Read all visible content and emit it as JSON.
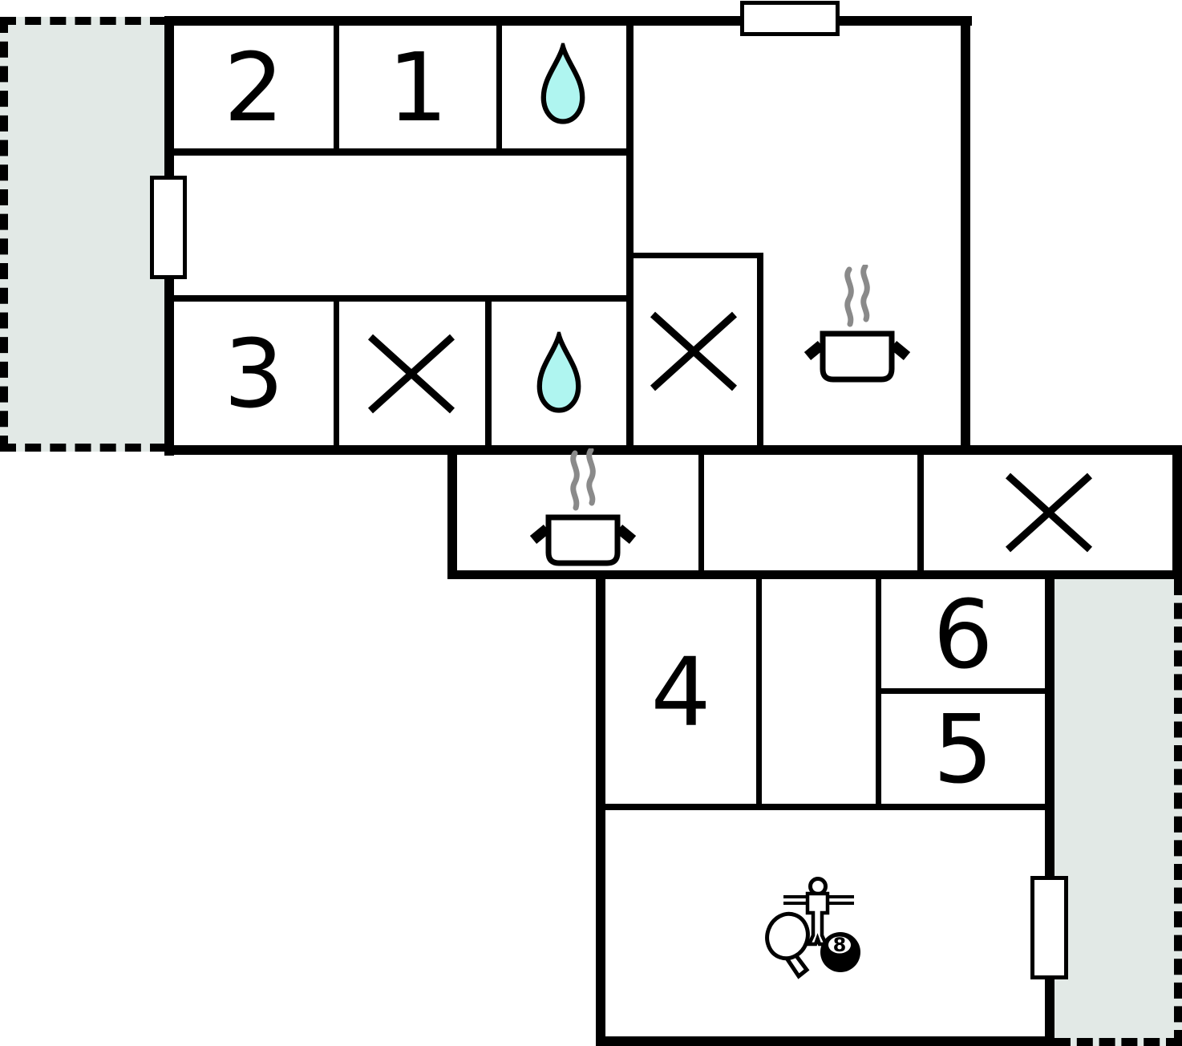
{
  "plan": {
    "type": "floor-plan",
    "background": "#ffffff"
  },
  "colors": {
    "wall": "#000000",
    "terrace_fill": "#e2e9e6",
    "water_drop_fill": "#aff5f0",
    "steam_gray": "#8a8a8a",
    "door_fill": "#ffffff"
  },
  "rooms": {
    "room1": {
      "label": "1"
    },
    "room2": {
      "label": "2"
    },
    "room3": {
      "label": "3"
    },
    "room4": {
      "label": "4"
    },
    "room5": {
      "label": "5"
    },
    "room6": {
      "label": "6"
    }
  },
  "icons": {
    "water_drop_count": 2,
    "cross_count": 3,
    "cooking_pot_count": 2,
    "game_room_icons": [
      "table-tennis-paddle-icon",
      "foosball-player-icon",
      "eight-ball-icon"
    ],
    "eight_ball_label": "8"
  },
  "features": {
    "terraces": [
      "top-left",
      "bottom-right"
    ],
    "doors": [
      "top-wall",
      "left-wall",
      "bottom-right-wall"
    ]
  }
}
